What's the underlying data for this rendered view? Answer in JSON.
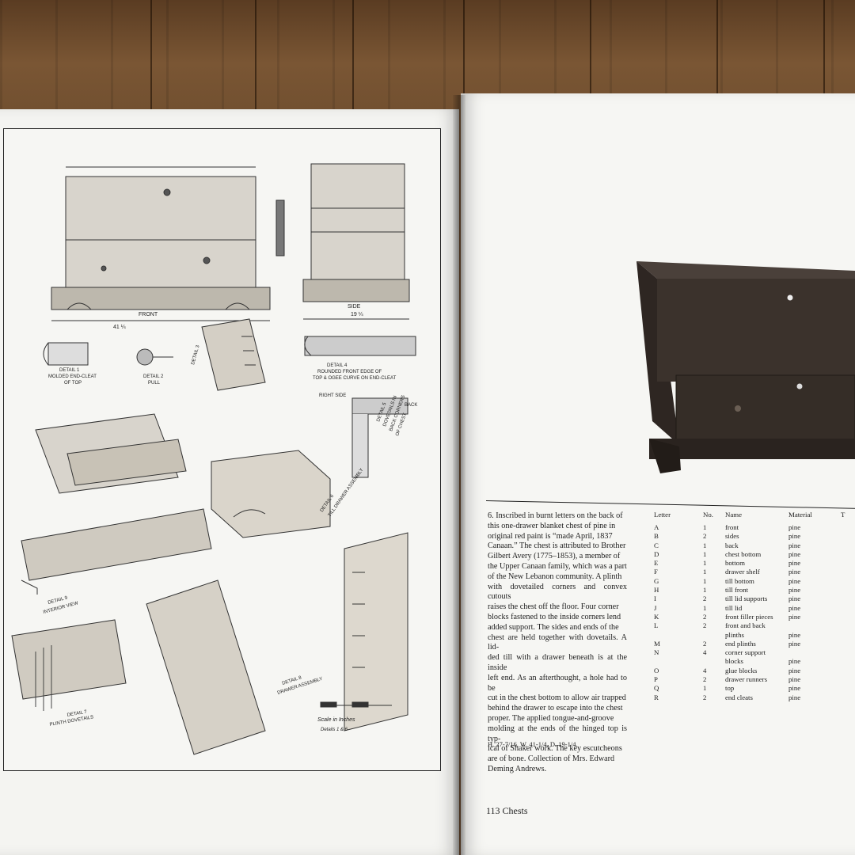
{
  "caption": {
    "lines": [
      "6. Inscribed in burnt letters on the back of",
      "this one-drawer blanket chest of pine in",
      "original red paint is “made April, 1837",
      "Canaan.” The chest is attributed to Brother",
      "Gilbert Avery (1775–1853), a member of",
      "the Upper Canaan family, which was a part",
      "of the New Lebanon community. A plinth",
      "with dovetailed corners and convex cutouts",
      "raises the chest off the floor. Four corner",
      "blocks fastened to the inside corners lend",
      "added support. The sides and ends of the",
      "chest are held together with dovetails. A lid-",
      "ded till with a drawer beneath is at the inside",
      "left end. As an afterthought, a hole had to be",
      "cut in the chest bottom to allow air trapped",
      "behind the drawer to escape into the chest",
      "proper. The applied tongue-and-groove",
      "molding at the ends of the hinged top is typ-",
      "ical of Shaker work. The key escutcheons",
      "are of bone. Collection of Mrs. Edward",
      "Deming Andrews."
    ],
    "dimensions": "H. 27-7/16, W. 41-1/4, D. 19-1/4."
  },
  "parts_table": {
    "headers": {
      "letter": "Letter",
      "no": "No.",
      "name": "Name",
      "material": "Material",
      "t": "T"
    },
    "rows": [
      {
        "letter": "A",
        "no": "1",
        "name": "front",
        "material": "pine"
      },
      {
        "letter": "B",
        "no": "2",
        "name": "sides",
        "material": "pine"
      },
      {
        "letter": "C",
        "no": "1",
        "name": "back",
        "material": "pine"
      },
      {
        "letter": "D",
        "no": "1",
        "name": "chest bottom",
        "material": "pine"
      },
      {
        "letter": "E",
        "no": "1",
        "name": "bottom",
        "material": "pine"
      },
      {
        "letter": "F",
        "no": "1",
        "name": "drawer shelf",
        "material": "pine"
      },
      {
        "letter": "G",
        "no": "1",
        "name": "till bottom",
        "material": "pine"
      },
      {
        "letter": "H",
        "no": "1",
        "name": "till front",
        "material": "pine"
      },
      {
        "letter": "I",
        "no": "2",
        "name": "till lid supports",
        "material": "pine"
      },
      {
        "letter": "J",
        "no": "1",
        "name": "till lid",
        "material": "pine"
      },
      {
        "letter": "K",
        "no": "2",
        "name": "front filler pieces",
        "material": "pine"
      },
      {
        "letter": "L",
        "no": "2",
        "name": "front and back",
        "material": ""
      },
      {
        "letter": "",
        "no": "",
        "name": "plinths",
        "material": "pine"
      },
      {
        "letter": "M",
        "no": "2",
        "name": "end plinths",
        "material": "pine"
      },
      {
        "letter": "N",
        "no": "4",
        "name": "corner support",
        "material": ""
      },
      {
        "letter": "",
        "no": "",
        "name": "blocks",
        "material": "pine"
      },
      {
        "letter": "O",
        "no": "4",
        "name": "glue blocks",
        "material": "pine"
      },
      {
        "letter": "P",
        "no": "2",
        "name": "drawer runners",
        "material": "pine"
      },
      {
        "letter": "Q",
        "no": "1",
        "name": "top",
        "material": "pine"
      },
      {
        "letter": "R",
        "no": "2",
        "name": "end cleats",
        "material": "pine"
      }
    ]
  },
  "folio": "113  Chests",
  "drawing_labels": {
    "front": "FRONT",
    "side": "SIDE",
    "detail1": "DETAIL 1",
    "detail1b": "MOLDED END-CLEAT",
    "detail1c": "OF TOP",
    "detail2": "DETAIL 2",
    "detail2b": "PULL",
    "detail3": "DETAIL 3",
    "detail4": "DETAIL 4",
    "detail4b": "ROUNDED FRONT EDGE OF",
    "detail4c": "TOP & OGEE CURVE ON END-CLEAT",
    "detail5": "DETAIL 5",
    "detail5b": "DOVETAILS IN",
    "detail5c": "BACK CORNERS",
    "detail5d": "OF CHEST",
    "detail6": "DETAIL 6",
    "detail6b": "TILL DRAWER ASSEMBLY",
    "detail7": "DETAIL 7",
    "detail7b": "PLINTH DOVETAILS",
    "detail8": "DETAIL 8",
    "detail8b": "DRAWER ASSEMBLY",
    "detail9": "DETAIL 9",
    "detail9b": "INTERIOR VIEW",
    "right_side": "RIGHT SIDE",
    "back": "BACK",
    "scale": "Scale in Inches",
    "scale2": "Details 1 & 6",
    "dim_width": "41 ¼",
    "dim_side": "19 ¼"
  },
  "colors": {
    "page": "#f4f4f1",
    "ink": "#222222",
    "wood": "#6b4a2c",
    "chest": "#3a302a"
  }
}
